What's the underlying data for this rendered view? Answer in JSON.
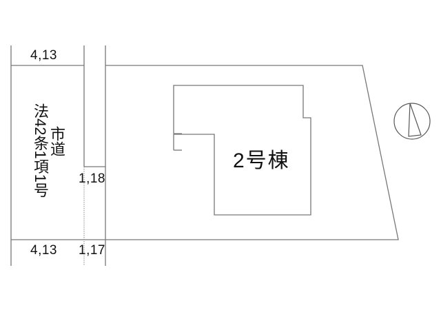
{
  "plan": {
    "road_label_line1": "法42条1項1号",
    "road_label_line2": "市道",
    "building_label": "2号棟",
    "dimensions": {
      "road_width_top": "4,13",
      "road_width_bottom": "4,13",
      "setback_mid": "1,18",
      "setback_bottom": "1,17"
    },
    "north_arrow": "north-arrow-compass",
    "line_color": "#777777",
    "text_color": "#111111"
  }
}
